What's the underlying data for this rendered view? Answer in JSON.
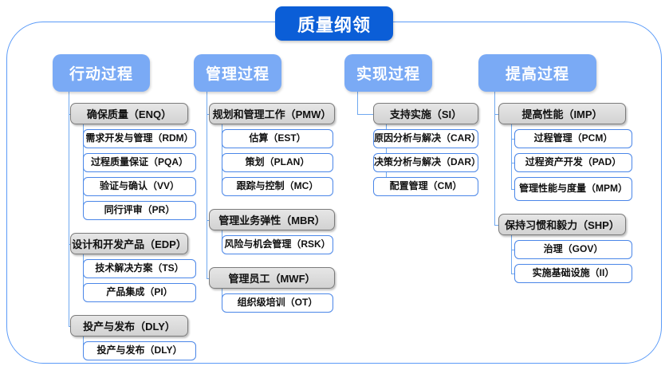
{
  "title": "质量纲领",
  "columns": [
    {
      "header": "行动过程",
      "groups": [
        {
          "label": "确保质量（ENQ）",
          "children": [
            "需求开发与管理（RDM）",
            "过程质量保证（PQA）",
            "验证与确认（VV）",
            "同行评审（PR）"
          ]
        },
        {
          "label": "设计和开发产品（EDP）",
          "children": [
            "技术解决方案（TS）",
            "产品集成（PI）"
          ]
        },
        {
          "label": "投产与发布（DLY）",
          "children": [
            "投产与发布（DLY）"
          ]
        }
      ]
    },
    {
      "header": "管理过程",
      "groups": [
        {
          "label": "规划和管理工作（PMW）",
          "children": [
            "估算（EST）",
            "策划（PLAN）",
            "跟踪与控制（MC）"
          ]
        },
        {
          "label": "管理业务弹性（MBR）",
          "children": [
            "风险与机会管理（RSK）"
          ]
        },
        {
          "label": "管理员工（MWF）",
          "children": [
            "组织级培训（OT）"
          ]
        }
      ]
    },
    {
      "header": "实现过程",
      "groups": [
        {
          "label": "支持实施（SI）",
          "children": [
            "原因分析与解决（CAR）",
            "决策分析与解决（DAR）",
            "配置管理（CM）"
          ]
        }
      ]
    },
    {
      "header": "提高过程",
      "groups": [
        {
          "label": "提高性能（IMP）",
          "children": [
            "过程管理（PCM）",
            "过程资产开发（PAD）",
            "管理性能与度量\n（MPM）"
          ]
        },
        {
          "label": "保持习惯和毅力（SHP）",
          "children": [
            "治理（GOV）",
            "实施基础设施（II）"
          ]
        }
      ]
    }
  ],
  "colors": {
    "title_bg": "#0b5ed7",
    "header_bg": "#7aaaf5",
    "group_bg": "#d9d9d9",
    "group_border": "#7b7b7b",
    "leaf_border": "#4a86e8",
    "frame_border": "#5b9bf8",
    "connector": "#6fa8f0"
  }
}
